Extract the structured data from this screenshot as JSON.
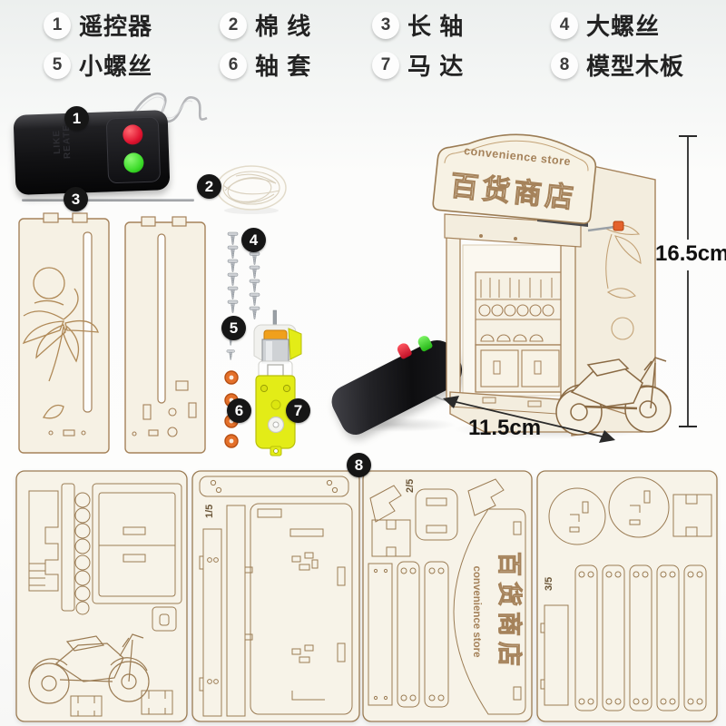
{
  "legend": {
    "items": [
      {
        "num": "1",
        "label": "遥控器"
      },
      {
        "num": "2",
        "label": "棉 线"
      },
      {
        "num": "3",
        "label": "长 轴"
      },
      {
        "num": "4",
        "label": "大螺丝"
      },
      {
        "num": "5",
        "label": "小螺丝"
      },
      {
        "num": "6",
        "label": "轴 套"
      },
      {
        "num": "7",
        "label": "马 达"
      },
      {
        "num": "8",
        "label": "模型木板"
      }
    ]
  },
  "photo": {
    "badges": {
      "b1": "1",
      "b2": "2",
      "b3": "3",
      "b4": "4",
      "b5": "5",
      "b6": "6",
      "b7": "7",
      "b8": "8"
    },
    "remote": {
      "embossed_line1": "LIKE",
      "embossed_line2": "REATE"
    },
    "model": {
      "sign_en": "convenience store",
      "sign_zh": "百货商店",
      "height_label": "16.5cm",
      "width_label": "11.5cm"
    }
  },
  "sheets": {
    "sheet2_mark": "1/5",
    "sheet3_mark": "2/5",
    "sheet4_mark": "3/5",
    "sheet3_sign_en": "convenience store",
    "sheet3_sign_zh": "百货商店"
  },
  "colors": {
    "wood_line": "#a5825a",
    "wood_fill": "#f6f1e4",
    "motor_yellow": "#e3ec17",
    "sleeve_orange": "#e4702a",
    "button_red": "#e01430",
    "button_green": "#3ddc2a",
    "badge_black": "#161616"
  }
}
